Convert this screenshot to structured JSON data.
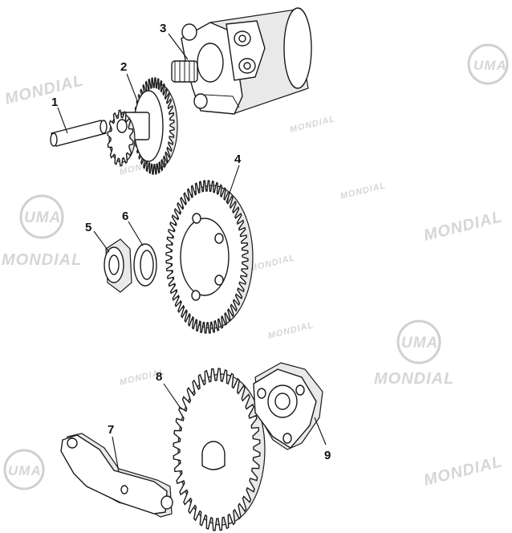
{
  "watermark": {
    "brand_text": "MONDIAL",
    "logo_text": "UMA"
  },
  "callouts": [
    {
      "id": "1",
      "label": "1"
    },
    {
      "id": "2",
      "label": "2"
    },
    {
      "id": "3",
      "label": "3"
    },
    {
      "id": "4",
      "label": "4"
    },
    {
      "id": "5",
      "label": "5"
    },
    {
      "id": "6",
      "label": "6"
    },
    {
      "id": "7",
      "label": "7"
    },
    {
      "id": "8",
      "label": "8"
    },
    {
      "id": "9",
      "label": "9"
    }
  ],
  "colors": {
    "line": "#1a1a1a",
    "watermark": "#d6d6d6",
    "background": "#ffffff"
  }
}
